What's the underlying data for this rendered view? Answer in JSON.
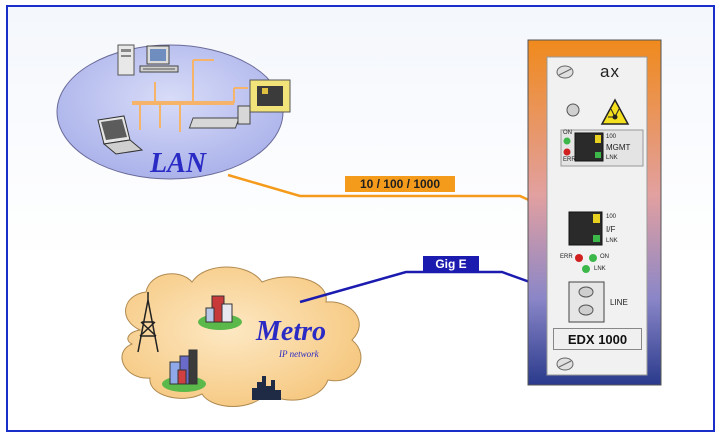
{
  "links": {
    "lan_link_label": "10 / 100 / 1000",
    "metro_link_label": "Gig E"
  },
  "lan": {
    "label": "LAN"
  },
  "metro": {
    "label": "Metro",
    "sublabel": "IP network"
  },
  "device": {
    "brand": "ax",
    "model": "EDX 1000",
    "mgmt_port": {
      "speed": "100",
      "name": "MGMT",
      "link": "LNK",
      "led_on": "ON",
      "led_err": "ERR"
    },
    "if_port": {
      "speed": "100",
      "name": "I/F",
      "link": "LNK"
    },
    "status_leds": {
      "err": "ERR",
      "on": "ON",
      "lnk": "LNK"
    },
    "line_port": {
      "name": "LINE"
    }
  },
  "colors": {
    "frame_border": "#1a2fc9",
    "lan_link": "#f59b1b",
    "metro_link": "#1b1bb0",
    "lan_ellipse": "#bcc3f0",
    "metro_cloud": "#f9d59a",
    "device_gradient_top": "#f08a1c",
    "device_gradient_bottom": "#2a3a8c"
  }
}
